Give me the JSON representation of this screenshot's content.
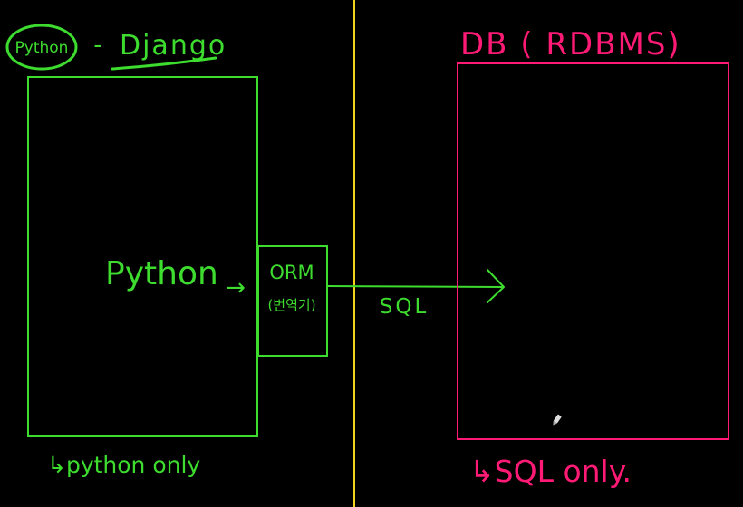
{
  "colors": {
    "background": "#000000",
    "python_side": "#3ddc2f",
    "db_side": "#ff1a75",
    "divider": "#f2d21a",
    "cursor": "#dddddd"
  },
  "left": {
    "badge_text": "Python",
    "title_dash": "-",
    "title": "Django",
    "box_label": "Python",
    "small_arrow": "→",
    "orm_label": "ORM",
    "orm_sub": "(번역기)",
    "caption": "↳python only"
  },
  "connector": {
    "label": "SQL"
  },
  "right": {
    "title": "DB ( RDBMS)",
    "caption": "↳SQL only."
  },
  "icons": {
    "cursor": "pen-cursor-icon"
  }
}
